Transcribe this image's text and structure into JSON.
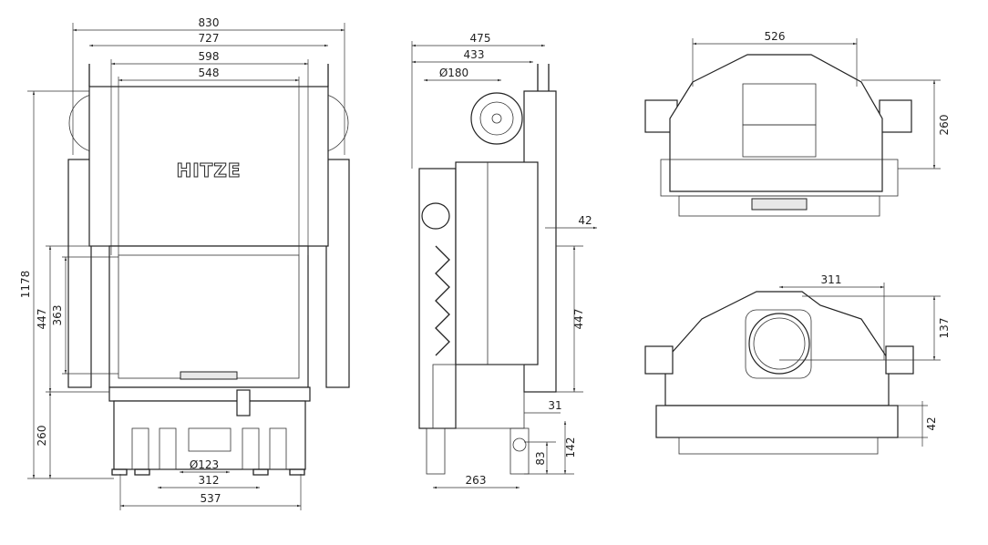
{
  "brand_logo": "HITZE",
  "front_view": {
    "width_total": "830",
    "width_body": "727",
    "width_frame": "598",
    "width_glass": "548",
    "height_total": "1178",
    "height_door": "447",
    "height_glass": "363",
    "height_base": "260",
    "outlet_diameter": "Ø123",
    "feet_inner": "312",
    "feet_outer": "537"
  },
  "side_view": {
    "depth_total": "475",
    "depth_body": "433",
    "flue_diameter": "Ø180",
    "offset_top": "42",
    "height_door": "447",
    "offset_door": "31",
    "height_outlet_top": "142",
    "height_outlet_center": "83",
    "feet_depth": "263"
  },
  "top_view": {
    "width": "526",
    "height": "260"
  },
  "bottom_view": {
    "offset_x": "311",
    "offset_y": "137",
    "front_depth": "42"
  }
}
